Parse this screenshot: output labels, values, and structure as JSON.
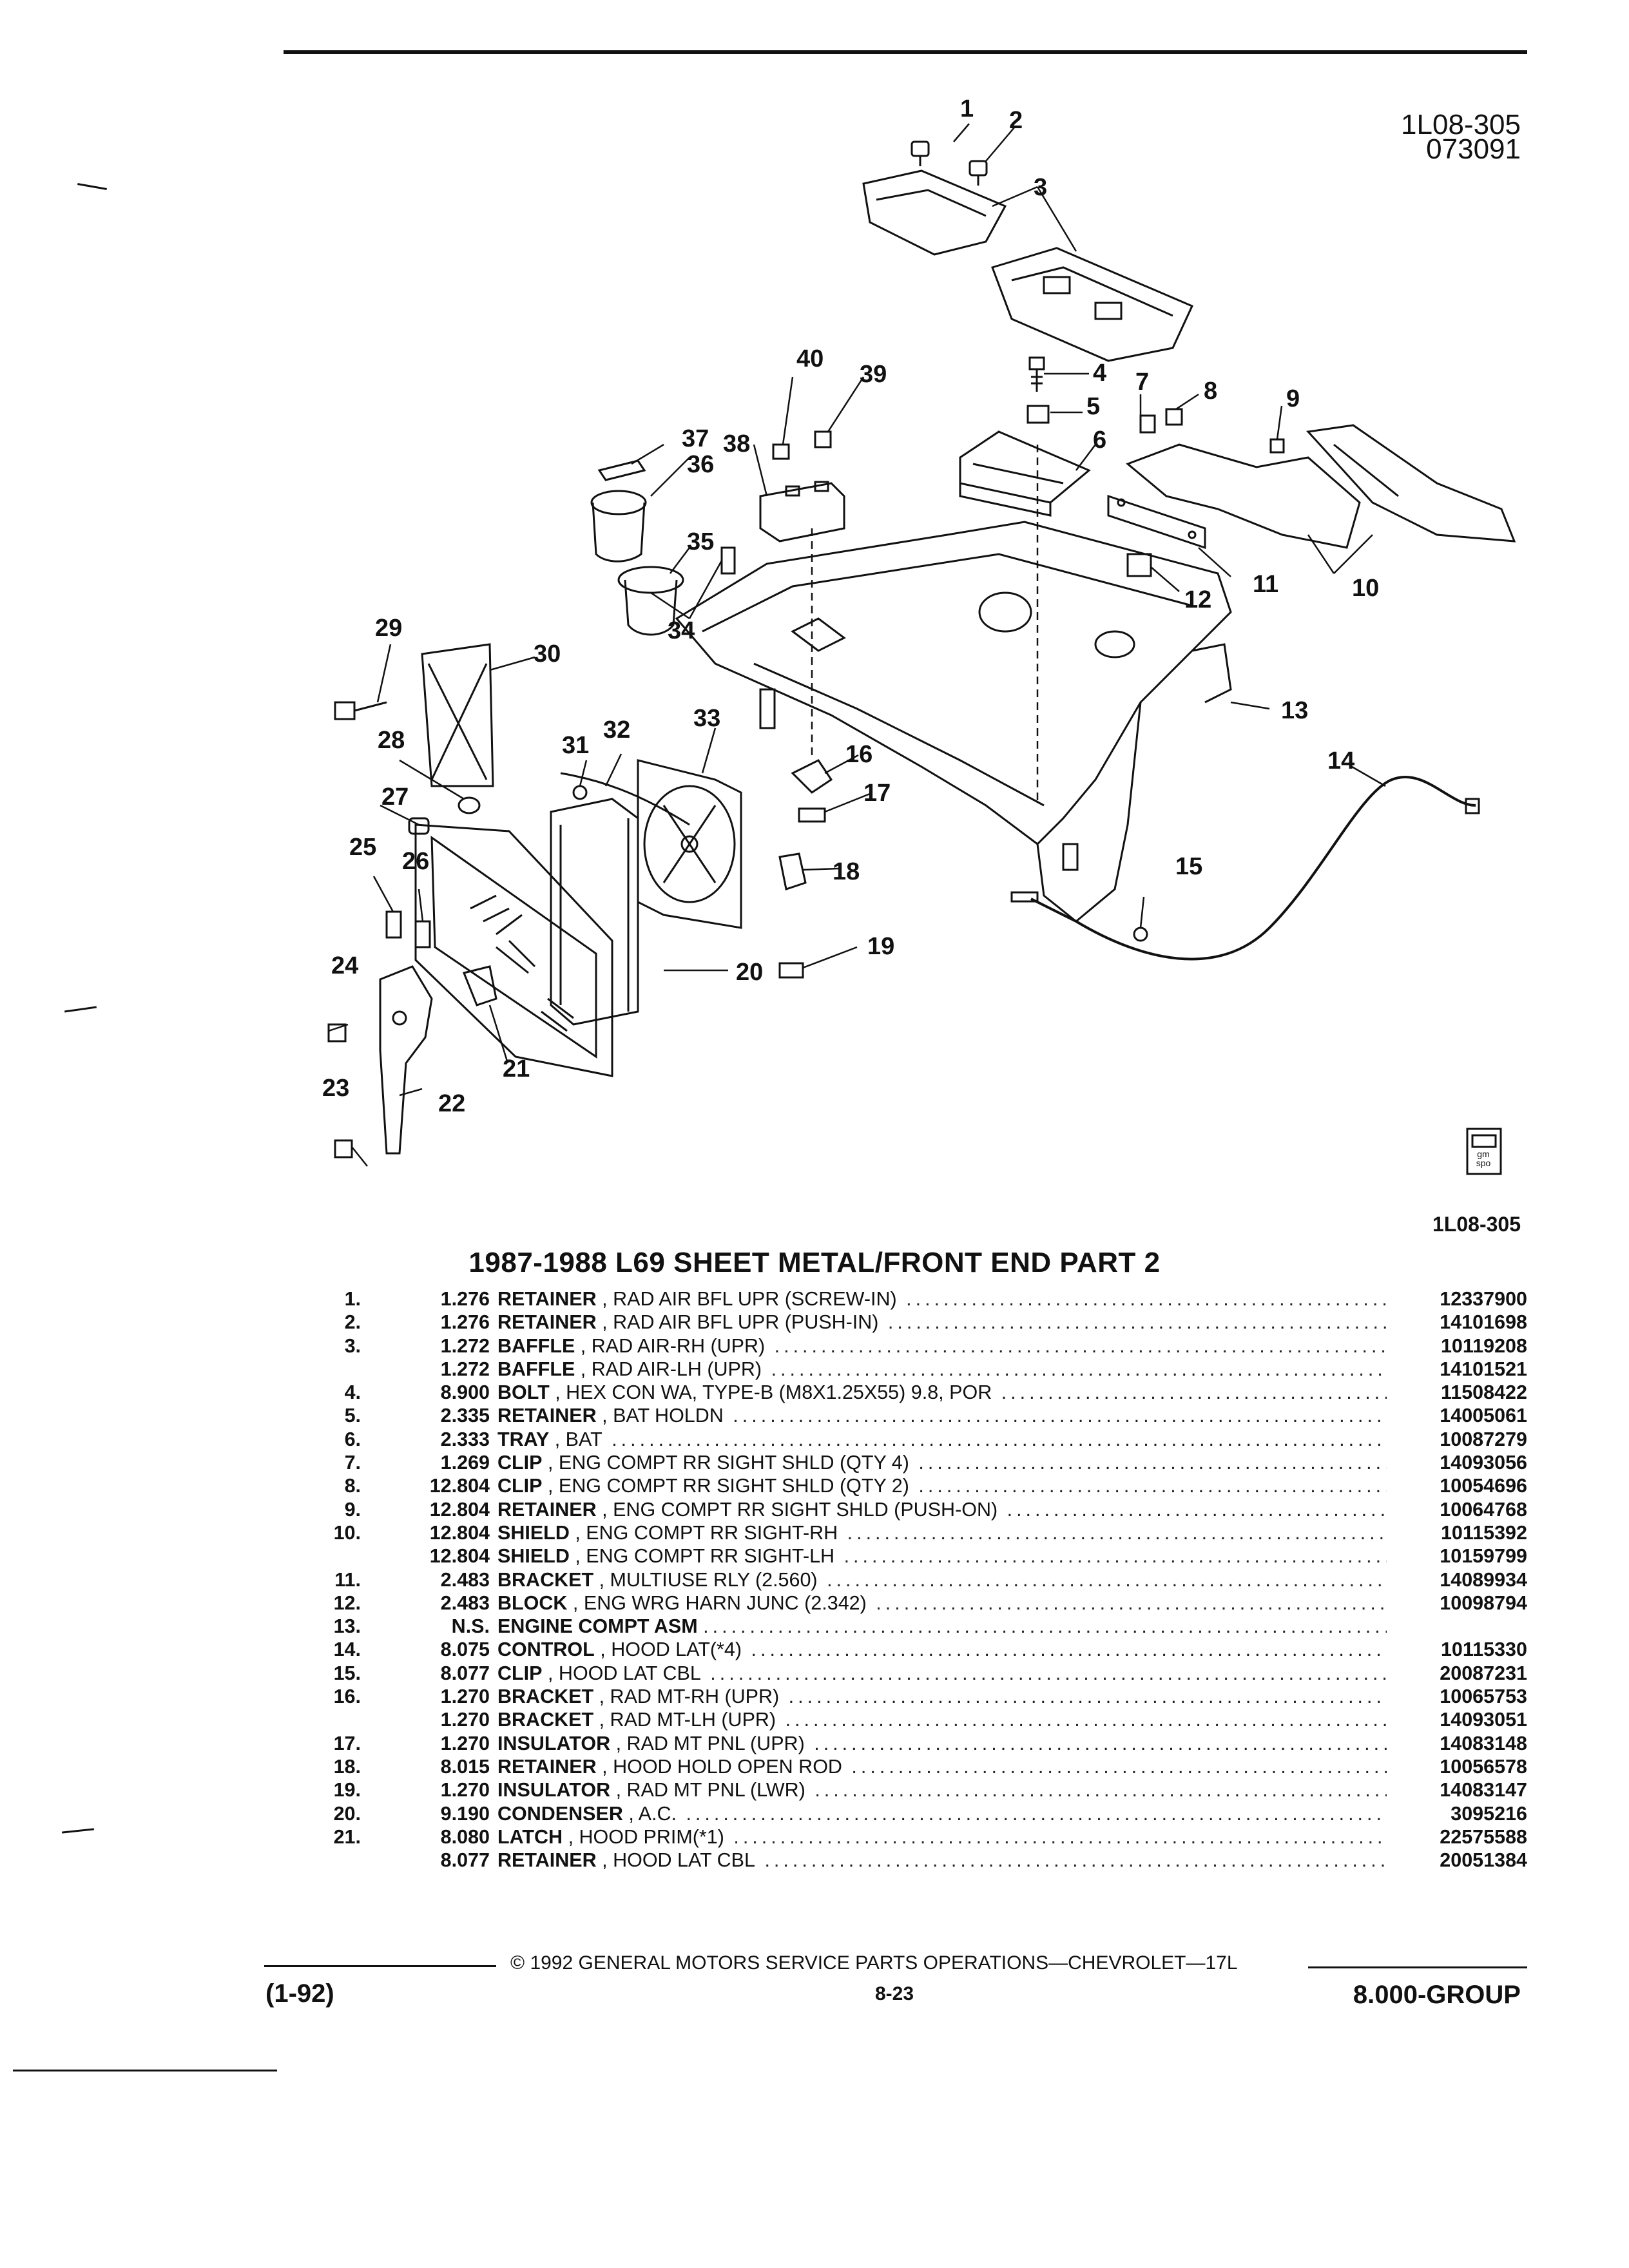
{
  "header": {
    "doc_id": "1L08-305",
    "doc_date": "073091"
  },
  "diagram": {
    "callouts": [
      "1",
      "2",
      "3",
      "4",
      "5",
      "6",
      "7",
      "8",
      "9",
      "10",
      "11",
      "12",
      "13",
      "14",
      "15",
      "16",
      "17",
      "18",
      "19",
      "20",
      "21",
      "22",
      "23",
      "24",
      "25",
      "26",
      "27",
      "28",
      "29",
      "30",
      "31",
      "32",
      "33",
      "34",
      "35",
      "36",
      "37",
      "38",
      "39",
      "40"
    ],
    "ref_label": "1L08-305",
    "badge_text": "gm spo"
  },
  "title": "1987-1988 L69 SHEET METAL/FRONT END PART 2",
  "parts": [
    {
      "num": "1.",
      "group": "1.276",
      "name": "RETAINER",
      "desc": ", RAD AIR BFL UPR (SCREW-IN)",
      "pn": "12337900"
    },
    {
      "num": "2.",
      "group": "1.276",
      "name": "RETAINER",
      "desc": ", RAD AIR BFL UPR (PUSH-IN)",
      "pn": "14101698"
    },
    {
      "num": "3.",
      "group": "1.272",
      "name": "BAFFLE",
      "desc": ", RAD AIR-RH (UPR)",
      "pn": "10119208"
    },
    {
      "num": "",
      "group": "1.272",
      "name": "BAFFLE",
      "desc": ", RAD AIR-LH (UPR)",
      "pn": "14101521"
    },
    {
      "num": "4.",
      "group": "8.900",
      "name": "BOLT",
      "desc": ", HEX CON WA, TYPE-B (M8X1.25X55) 9.8, POR",
      "pn": "11508422"
    },
    {
      "num": "5.",
      "group": "2.335",
      "name": "RETAINER",
      "desc": ", BAT HOLDN",
      "pn": "14005061"
    },
    {
      "num": "6.",
      "group": "2.333",
      "name": "TRAY",
      "desc": ", BAT",
      "pn": "10087279"
    },
    {
      "num": "7.",
      "group": "1.269",
      "name": "CLIP",
      "desc": ", ENG COMPT RR SIGHT SHLD (QTY 4)",
      "pn": "14093056"
    },
    {
      "num": "8.",
      "group": "12.804",
      "name": "CLIP",
      "desc": ", ENG COMPT RR SIGHT SHLD (QTY 2)",
      "pn": "10054696"
    },
    {
      "num": "9.",
      "group": "12.804",
      "name": "RETAINER",
      "desc": ", ENG COMPT RR SIGHT SHLD (PUSH-ON)",
      "pn": "10064768"
    },
    {
      "num": "10.",
      "group": "12.804",
      "name": "SHIELD",
      "desc": ", ENG COMPT RR SIGHT-RH",
      "pn": "10115392"
    },
    {
      "num": "",
      "group": "12.804",
      "name": "SHIELD",
      "desc": ", ENG COMPT RR SIGHT-LH",
      "pn": "10159799"
    },
    {
      "num": "11.",
      "group": "2.483",
      "name": "BRACKET",
      "desc": ", MULTIUSE RLY (2.560)",
      "pn": "14089934"
    },
    {
      "num": "12.",
      "group": "2.483",
      "name": "BLOCK",
      "desc": ", ENG WRG HARN JUNC (2.342)",
      "pn": "10098794"
    },
    {
      "num": "13.",
      "group": "N.S.",
      "name": "ENGINE COMPT ASM",
      "desc": "",
      "pn": ""
    },
    {
      "num": "14.",
      "group": "8.075",
      "name": "CONTROL",
      "desc": ", HOOD LAT(*4)",
      "pn": "10115330"
    },
    {
      "num": "15.",
      "group": "8.077",
      "name": "CLIP",
      "desc": ", HOOD LAT CBL",
      "pn": "20087231"
    },
    {
      "num": "16.",
      "group": "1.270",
      "name": "BRACKET",
      "desc": ", RAD MT-RH (UPR)",
      "pn": "10065753"
    },
    {
      "num": "",
      "group": "1.270",
      "name": "BRACKET",
      "desc": ", RAD MT-LH (UPR)",
      "pn": "14093051"
    },
    {
      "num": "17.",
      "group": "1.270",
      "name": "INSULATOR",
      "desc": ", RAD MT PNL (UPR)",
      "pn": "14083148"
    },
    {
      "num": "18.",
      "group": "8.015",
      "name": "RETAINER",
      "desc": ", HOOD HOLD OPEN ROD",
      "pn": "10056578"
    },
    {
      "num": "19.",
      "group": "1.270",
      "name": "INSULATOR",
      "desc": ", RAD MT PNL (LWR)",
      "pn": "14083147"
    },
    {
      "num": "20.",
      "group": "9.190",
      "name": "CONDENSER",
      "desc": ", A.C.",
      "pn": "3095216"
    },
    {
      "num": "21.",
      "group": "8.080",
      "name": "LATCH",
      "desc": ", HOOD PRIM(*1)",
      "pn": "22575588"
    },
    {
      "num": "",
      "group": "8.077",
      "name": "RETAINER",
      "desc": ", HOOD LAT CBL",
      "pn": "20051384"
    }
  ],
  "footer": {
    "copyright": "© 1992 GENERAL MOTORS SERVICE PARTS OPERATIONS—CHEVROLET—17L",
    "date_code": "(1-92)",
    "page": "8-23",
    "group": "8.000-GROUP"
  }
}
